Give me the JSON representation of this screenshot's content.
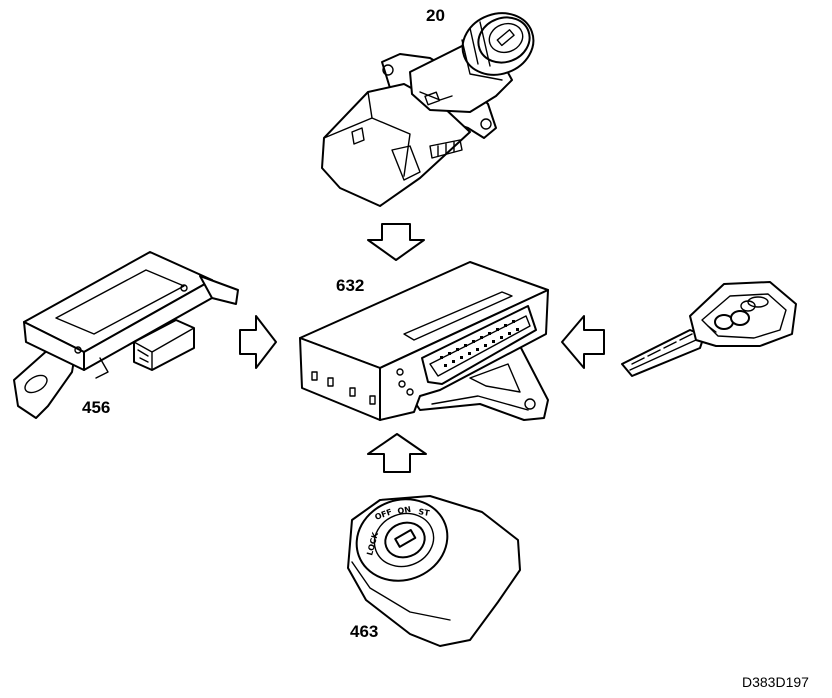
{
  "labels": {
    "ignition_switch": "20",
    "control_module": "632",
    "remote_receiver": "456",
    "ignition_slot": "463"
  },
  "slot_markings": {
    "off": "OFF",
    "on": "ON",
    "st": "ST",
    "lock": "LOCK"
  },
  "drawing_code": "D383D197",
  "colors": {
    "line": "#000000",
    "background": "#ffffff"
  }
}
